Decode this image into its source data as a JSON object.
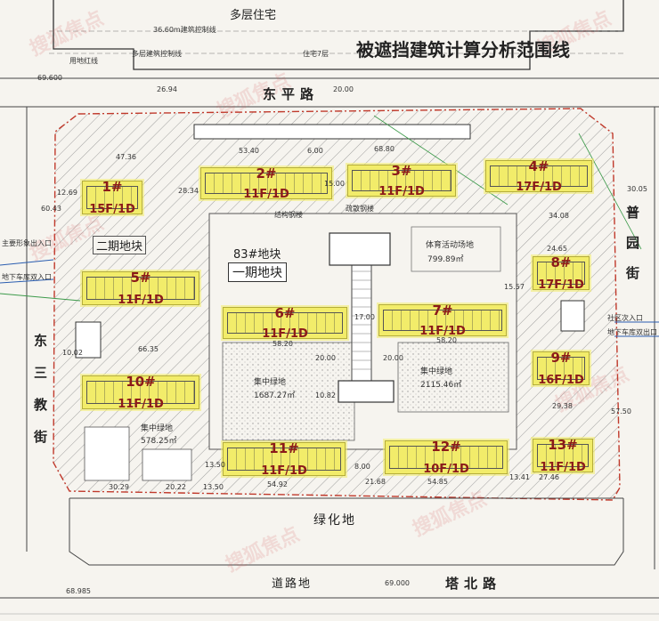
{
  "title": "被遮挡建筑计算分析范围线",
  "top_building": {
    "label": "多层住宅",
    "setback": "36.60m建筑控制线",
    "note1": "多层建筑控制线",
    "note2": "用地红线",
    "note3": "住宅7层"
  },
  "roads": {
    "north": "东平路",
    "west_chars": [
      "东",
      "三",
      "教",
      "街"
    ],
    "east_chars": [
      "普",
      "园",
      "街"
    ],
    "south": "塔北路",
    "south_green": "绿化地",
    "south_road_strip": "道路地"
  },
  "elevations": [
    "69.600",
    "68.985",
    "69.000"
  ],
  "plot": {
    "number": "83#地块",
    "phase1": "一期地块",
    "phase2": "二期地块"
  },
  "facilities": {
    "sports": {
      "label": "体育活动场地",
      "area": "799.89㎡"
    },
    "green_w": {
      "label": "集中绿地",
      "area": "1687.27㎡"
    },
    "green_e": {
      "label": "集中绿地",
      "area": "2115.46㎡"
    },
    "green_sw": {
      "label": "集中绿地",
      "area": "578.25㎡"
    },
    "entry_main": "主要形象出入口",
    "entry_garage_w": "地下车库双入口",
    "entry_community": "社区次入口",
    "entry_garage_e": "地下车库双出口",
    "firelane1": "结构钢楼",
    "firelane2": "疏散钢楼"
  },
  "buildings": [
    {
      "id": "1#",
      "floors": "15F/1D"
    },
    {
      "id": "2#",
      "floors": "11F/1D"
    },
    {
      "id": "3#",
      "floors": "11F/1D"
    },
    {
      "id": "4#",
      "floors": "17F/1D"
    },
    {
      "id": "5#",
      "floors": "11F/1D"
    },
    {
      "id": "6#",
      "floors": "11F/1D"
    },
    {
      "id": "7#",
      "floors": "11F/1D"
    },
    {
      "id": "8#",
      "floors": "17F/1D"
    },
    {
      "id": "9#",
      "floors": "16F/1D"
    },
    {
      "id": "10#",
      "floors": "11F/1D"
    },
    {
      "id": "11#",
      "floors": "11F/1D"
    },
    {
      "id": "12#",
      "floors": "10F/1D"
    },
    {
      "id": "13#",
      "floors": "11F/1D"
    }
  ],
  "dimensions": [
    "53.40",
    "68.80",
    "47.36",
    "12.69",
    "28.34",
    "15.00",
    "6.00",
    "30.05",
    "34.08",
    "24.65",
    "15.57",
    "58.20",
    "58.20",
    "17.00",
    "20.00",
    "20.00",
    "10.82",
    "13.50",
    "54.92",
    "21.68",
    "54.85",
    "13.41",
    "27.46",
    "66.35",
    "30.29",
    "20.22",
    "13.50",
    "8.00",
    "57.50",
    "29.38",
    "60.43",
    "10.02",
    "26.94",
    "20.00"
  ],
  "watermark": "搜狐焦点"
}
